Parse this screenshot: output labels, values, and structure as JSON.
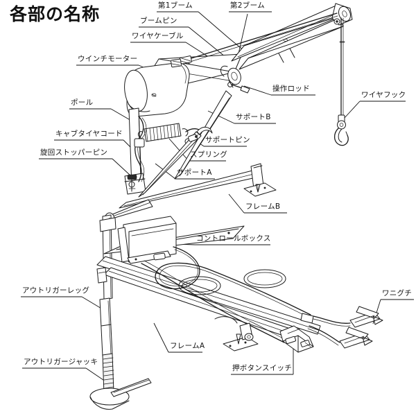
{
  "title": "各部の名称",
  "diagram": {
    "kind": "exploded-parts-callout-drawing",
    "subject": "ポータブルクレーン（ウインチ付き）",
    "background_color": "#ffffff",
    "line_color": "#1a1a1a"
  },
  "labels": [
    {
      "id": "boom1",
      "text": "第1ブーム"
    },
    {
      "id": "boom2",
      "text": "第2ブーム"
    },
    {
      "id": "boom-pin",
      "text": "ブームピン"
    },
    {
      "id": "wire-cable",
      "text": "ワイヤケーブル"
    },
    {
      "id": "winch-motor",
      "text": "ウインチモーター"
    },
    {
      "id": "control-rod",
      "text": "操作ロッド"
    },
    {
      "id": "wire-hook",
      "text": "ワイヤフック"
    },
    {
      "id": "pole",
      "text": "ポール"
    },
    {
      "id": "support-b",
      "text": "サポートB"
    },
    {
      "id": "cabtyre-cord",
      "text": "キャブタイヤコード"
    },
    {
      "id": "support-pin",
      "text": "サポートピン"
    },
    {
      "id": "swing-stopper-pin",
      "text": "旋回ストッパーピン"
    },
    {
      "id": "spring",
      "text": "スプリング"
    },
    {
      "id": "support-a",
      "text": "サポートA"
    },
    {
      "id": "frame-b",
      "text": "フレームB"
    },
    {
      "id": "control-box",
      "text": "コントロールボックス"
    },
    {
      "id": "outrigger-leg",
      "text": "アウトリガーレッグ"
    },
    {
      "id": "wani-guchi",
      "text": "ワニグチ"
    },
    {
      "id": "frame-a",
      "text": "フレームA"
    },
    {
      "id": "push-button",
      "text": "押ボタンスイッチ"
    },
    {
      "id": "outrigger-jack",
      "text": "アウトリガージャッキ"
    }
  ]
}
